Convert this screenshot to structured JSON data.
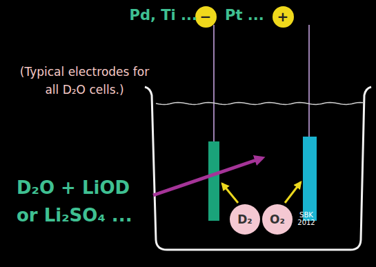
{
  "diagram": {
    "nodes": [
      {
        "text": [
          "−"
        ]
      },
      {
        "text": [
          "+"
        ]
      },
      {
        "text": [
          "D₂"
        ]
      },
      {
        "text": [
          "O₂"
        ]
      }
    ],
    "labels": [
      "Pd, Ti ...",
      "Pt ...",
      "(Typical electrodes for all D₂O cells.)",
      "D₂O + LiOD or Li₂SO₄ ...",
      "SBK 2012"
    ]
  }
}
